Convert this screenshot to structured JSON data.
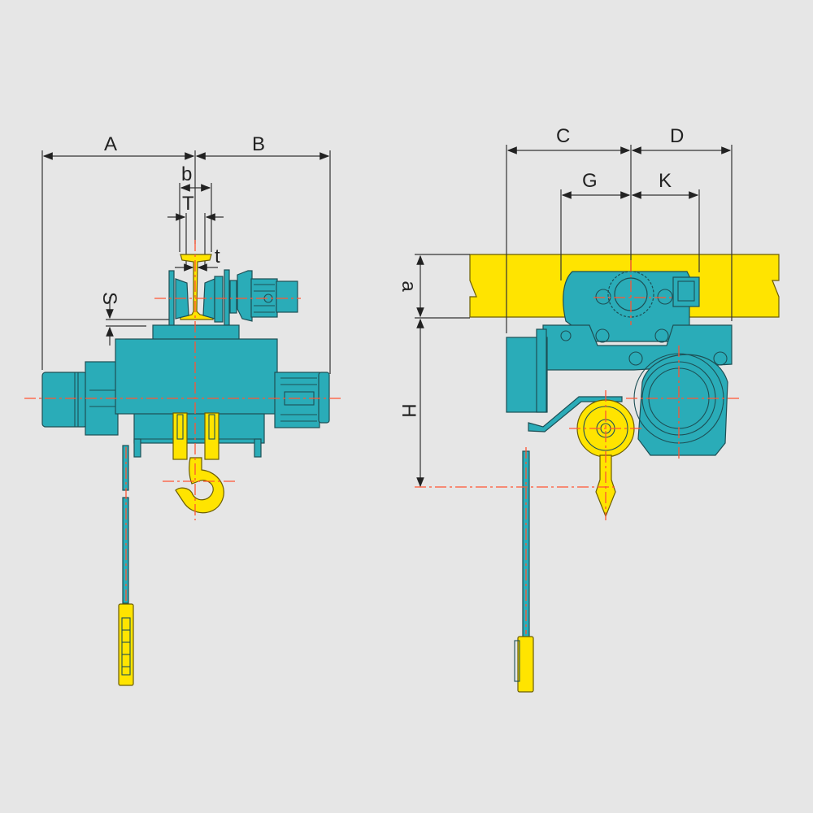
{
  "colors": {
    "background": "#e6e6e6",
    "body": "#2aacb8",
    "rail": "#ffe400",
    "centerline": "#ff5533"
  },
  "side_view": {
    "labels": {
      "A": "A",
      "B": "B",
      "b": "b",
      "T": "T",
      "t": "t",
      "S": "S"
    }
  },
  "front_view": {
    "labels": {
      "C": "C",
      "D": "D",
      "G": "G",
      "K": "K",
      "a": "a",
      "H": "H"
    }
  }
}
